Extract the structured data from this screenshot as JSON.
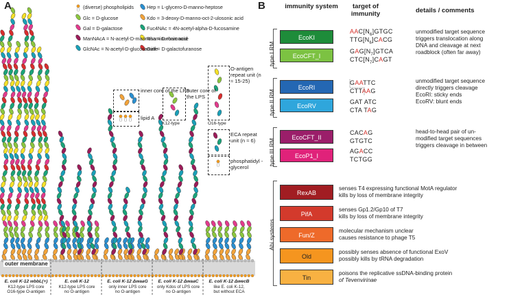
{
  "panel_a": {
    "label": "A",
    "legend": [
      {
        "text": "(diverse) phospholipids",
        "color": "#f29a1c",
        "shape": "phospholipid"
      },
      {
        "text": "Hep = L-glycero-D-manno-heptose",
        "color": "#2a8fd0",
        "shape": "bean"
      },
      {
        "text": "Glc = D-glucose",
        "color": "#8cc63f",
        "shape": "bean"
      },
      {
        "text": "Kdo = 3-deoxy-D-manno-oct-2-ulosonic acid",
        "color": "#f2a33a",
        "shape": "bean"
      },
      {
        "text": "Gal = D-galactose",
        "color": "#e23a8c",
        "shape": "bean"
      },
      {
        "text": "Fuc4NAc = 4N-acetyl-alpha-D-fucosamine",
        "color": "#1ba37a",
        "shape": "bean"
      },
      {
        "text": "ManNAcA = N-acetyl-D-mannosaminuronic acid",
        "color": "#9b1c59",
        "shape": "bean"
      },
      {
        "text": "Rha = D-rhamnose",
        "color": "#f5e12a",
        "shape": "bean"
      },
      {
        "text": "GlcNAc = N-acetyl-D-glucosamine",
        "color": "#1aa0b8",
        "shape": "bean"
      },
      {
        "text": "Galf = D-galactofuranose",
        "color": "#d92e2e",
        "shape": "bean"
      }
    ],
    "structures": {
      "inner_core": "inner core of the LPS",
      "lipid_a": "lipid A",
      "outer_core": "outer core of the LPS",
      "k12_type": "K12-type",
      "o_antigen": "O-antigen repeat unit (n ≈ 15-25)",
      "o16_type": "O16-type",
      "eca": "ECA repeat unit (n ≈ 6)",
      "pg": "phosphatidyl -glycerol"
    },
    "outer_membrane": "outer membrane",
    "strains": [
      {
        "name": "E. coli K-12 wbbL(+)",
        "desc1": "K12-type LPS core",
        "desc2": "O16-type O-antigen"
      },
      {
        "name": "E. coli K-12",
        "desc1": "K12-type LPS core",
        "desc2": "no O-antigen"
      },
      {
        "name": "E. coli K-12 ΔwaaG",
        "desc1": "only inner LPS core",
        "desc2": "no O-antigen"
      },
      {
        "name": "E. coli K-12 ΔwaaC",
        "desc1": "only Kdos of LPS core",
        "desc2": "no O-antigen"
      },
      {
        "name": "E. coli K-12 ΔwecB",
        "desc1": "like E. coli K-12,",
        "desc2": "but without ECA"
      }
    ]
  },
  "panel_b": {
    "label": "B",
    "headers": {
      "system": "immunity system",
      "target": "target of immunity",
      "details": "details / comments"
    },
    "groups": {
      "type1": "type I RM",
      "type2": "type II RM",
      "type3": "type III RM",
      "abi": "Abi systems"
    },
    "rm_systems": [
      {
        "name": "EcoKI",
        "color": "#1e8c3a"
      },
      {
        "name": "EcoCFT_I",
        "color": "#7cc242"
      },
      {
        "name": "EcoRI",
        "color": "#2467b3"
      },
      {
        "name": "EcoRV",
        "color": "#2fa6dc"
      },
      {
        "name": "EcoCFT_II",
        "color": "#9b1e6a"
      },
      {
        "name": "EcoP1_I",
        "color": "#e0227a"
      }
    ],
    "targets": {
      "ecoki_1": [
        "A",
        "A",
        "C[N",
        "6",
        "]GTGC"
      ],
      "ecoki_2": [
        "TTG[N",
        "6",
        "]C",
        "A",
        "CG"
      ],
      "ecocft1_1": [
        "G",
        "A",
        "G[N",
        "7",
        "]GTCA"
      ],
      "ecocft1_2": [
        "CTC[N",
        "7",
        "]C",
        "A",
        "GT"
      ],
      "ecori_1": [
        "G",
        "AA",
        "TTC"
      ],
      "ecori_2": [
        "CTT",
        "AA",
        "G"
      ],
      "ecorv_1": [
        "GAT ATC"
      ],
      "ecorv_2": [
        "CTA T",
        "A",
        "G"
      ],
      "ecocft2_1": [
        "CAC",
        "A",
        "G"
      ],
      "ecocft2_2": [
        "GTGTC"
      ],
      "ecop1_1": [
        "AG",
        "A",
        "CC"
      ],
      "ecop1_2": [
        "TCTGG"
      ]
    },
    "details": {
      "type1": [
        "unmodified target sequence",
        "triggers translocation along",
        "DNA and cleavage at next",
        "roadblock (often far away)"
      ],
      "type2": [
        "unmodified target sequence",
        "directly triggers cleavage",
        "EcoRI: sticky ends",
        "EcoRV: blunt ends"
      ],
      "type3": [
        "head-to-head pair of un-",
        "modified target sequences",
        "triggers cleavage in between"
      ]
    },
    "abi_systems": [
      {
        "name": "RexAB",
        "color": "#a11d22",
        "text_color": "#ffffff",
        "d1": "senses T4 expressing functional MotA regulator",
        "d2": "kills by loss of membrane integrity"
      },
      {
        "name": "PifA",
        "color": "#d33a2c",
        "text_color": "#ffffff",
        "d1": "senses Gp1.2/Gp10 of T7",
        "d2": "kills by loss of membrane integrity"
      },
      {
        "name": "Fun/Z",
        "color": "#ee6a2a",
        "text_color": "#ffffff",
        "d1": "molecular mechanism unclear",
        "d2": "causes resistance to phage T5"
      },
      {
        "name": "Old",
        "color": "#f5951f",
        "text_color": "#222222",
        "d1": "possibly senses absence of functional ExoV",
        "d2": "possibly kills by tRNA degradation"
      },
      {
        "name": "Tin",
        "color": "#f8b142",
        "text_color": "#222222",
        "d1": "poisons the replicative ssDNA-binding protein",
        "d2": "of Tevenvirinae"
      }
    ]
  }
}
